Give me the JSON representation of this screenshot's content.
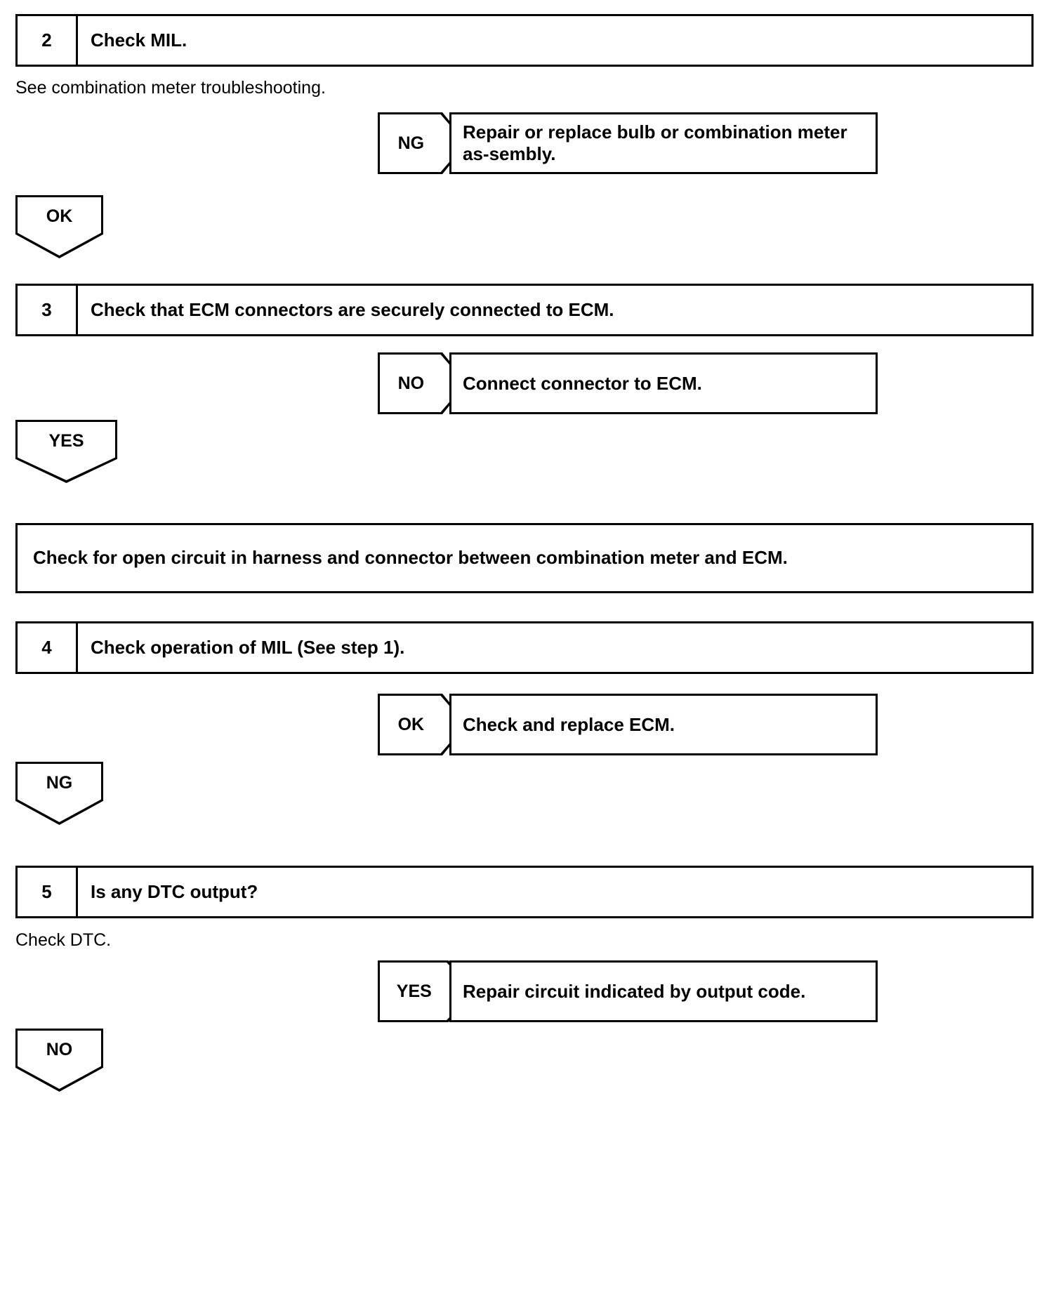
{
  "document": {
    "type": "automotive-troubleshooting-flowchart",
    "title": "MIL / ECM Diagnostic Flow"
  },
  "steps": [
    {
      "id": "step-2",
      "number": "2",
      "text": "Check MIL.",
      "note": "See combination meter troubleshooting.",
      "branch": {
        "tag": "NG",
        "result": "Repair or replace bulb or combination meter as-sembly."
      },
      "continue_tag": "OK"
    },
    {
      "id": "step-3",
      "number": "3",
      "text": "Check that ECM connectors are securely connected to ECM.",
      "note": "",
      "branch": {
        "tag": "NO",
        "result": "Connect connector to ECM."
      },
      "continue_tag": "YES"
    },
    {
      "id": "step-4",
      "number": "4",
      "text": "Check operation of MIL (See step 1).",
      "note": "",
      "branch": {
        "tag": "OK",
        "result": "Check and replace ECM."
      },
      "continue_tag": "NG"
    },
    {
      "id": "step-5",
      "number": "5",
      "text": "Is any DTC output?",
      "note": "Check DTC.",
      "branch": {
        "tag": "YES",
        "result": "Repair circuit indicated by output code."
      },
      "continue_tag": "NO"
    }
  ],
  "action_box": {
    "text": "Check for open circuit in harness and connector between combination meter and ECM."
  },
  "colors": {
    "ink": "#000000",
    "paper": "#ffffff"
  }
}
